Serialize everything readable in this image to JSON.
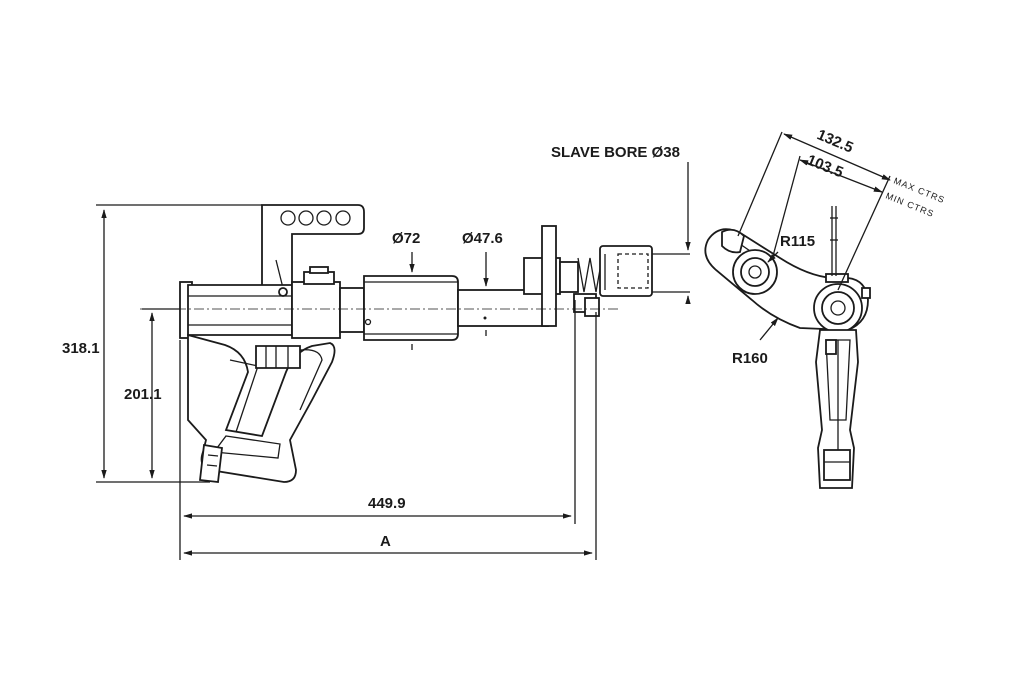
{
  "dimensions": {
    "slave_bore": "SLAVE BORE Ø38",
    "dia_72": "Ø72",
    "dia_47_6": "Ø47.6",
    "height_318": "318.1",
    "height_201": "201.1",
    "length_449": "449.9",
    "length_A": "A",
    "max_ctrs_val": "132.5",
    "min_ctrs_val": "103.5",
    "max_ctrs_label": "MAX CTRS",
    "min_ctrs_label": "MIN CTRS",
    "radius_115": "R115",
    "radius_160": "R160"
  }
}
